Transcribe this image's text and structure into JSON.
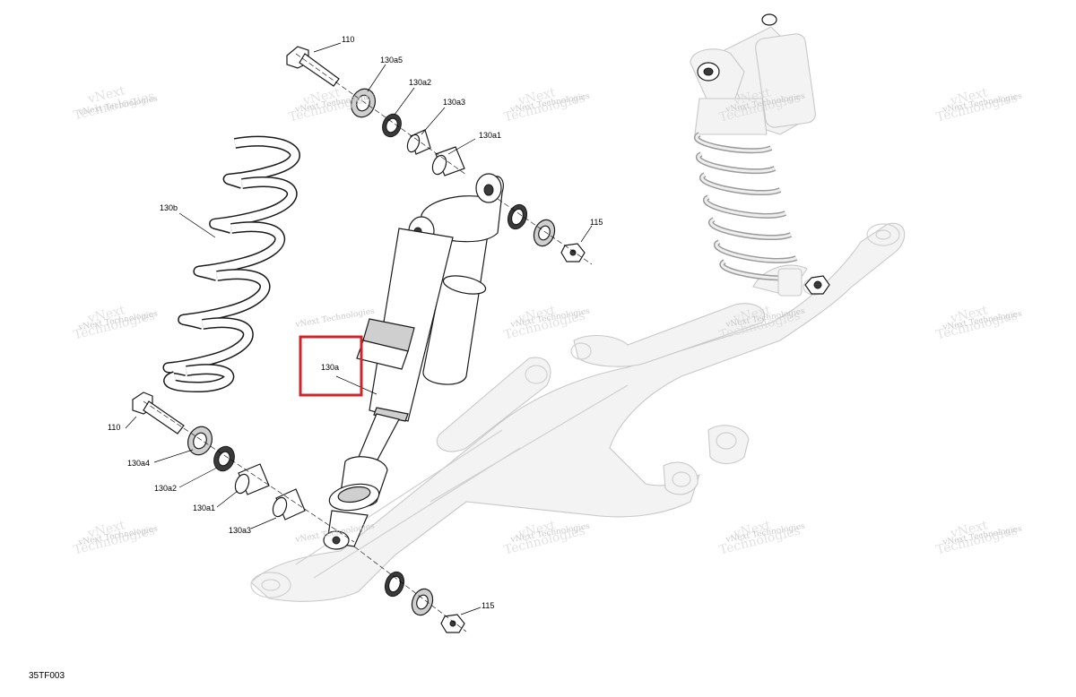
{
  "diagram": {
    "figure_code": "35TF003",
    "highlight_color": "#d0242b",
    "watermark": {
      "line1": "vNext",
      "line2": "Technologies",
      "line_full": "vNext Technologies"
    },
    "callouts": {
      "c110_top": "110",
      "c130a5": "130a5",
      "c130a2_top": "130a2",
      "c130a3_top": "130a3",
      "c130a1_top": "130a1",
      "c115_top": "115",
      "c130b": "130b",
      "c130a": "130a",
      "c110_bottom": "110",
      "c130a4": "130a4",
      "c130a2_bottom": "130a2",
      "c130a1_bottom": "130a1",
      "c130a3_bottom": "130a3",
      "c115_bottom": "115"
    }
  }
}
